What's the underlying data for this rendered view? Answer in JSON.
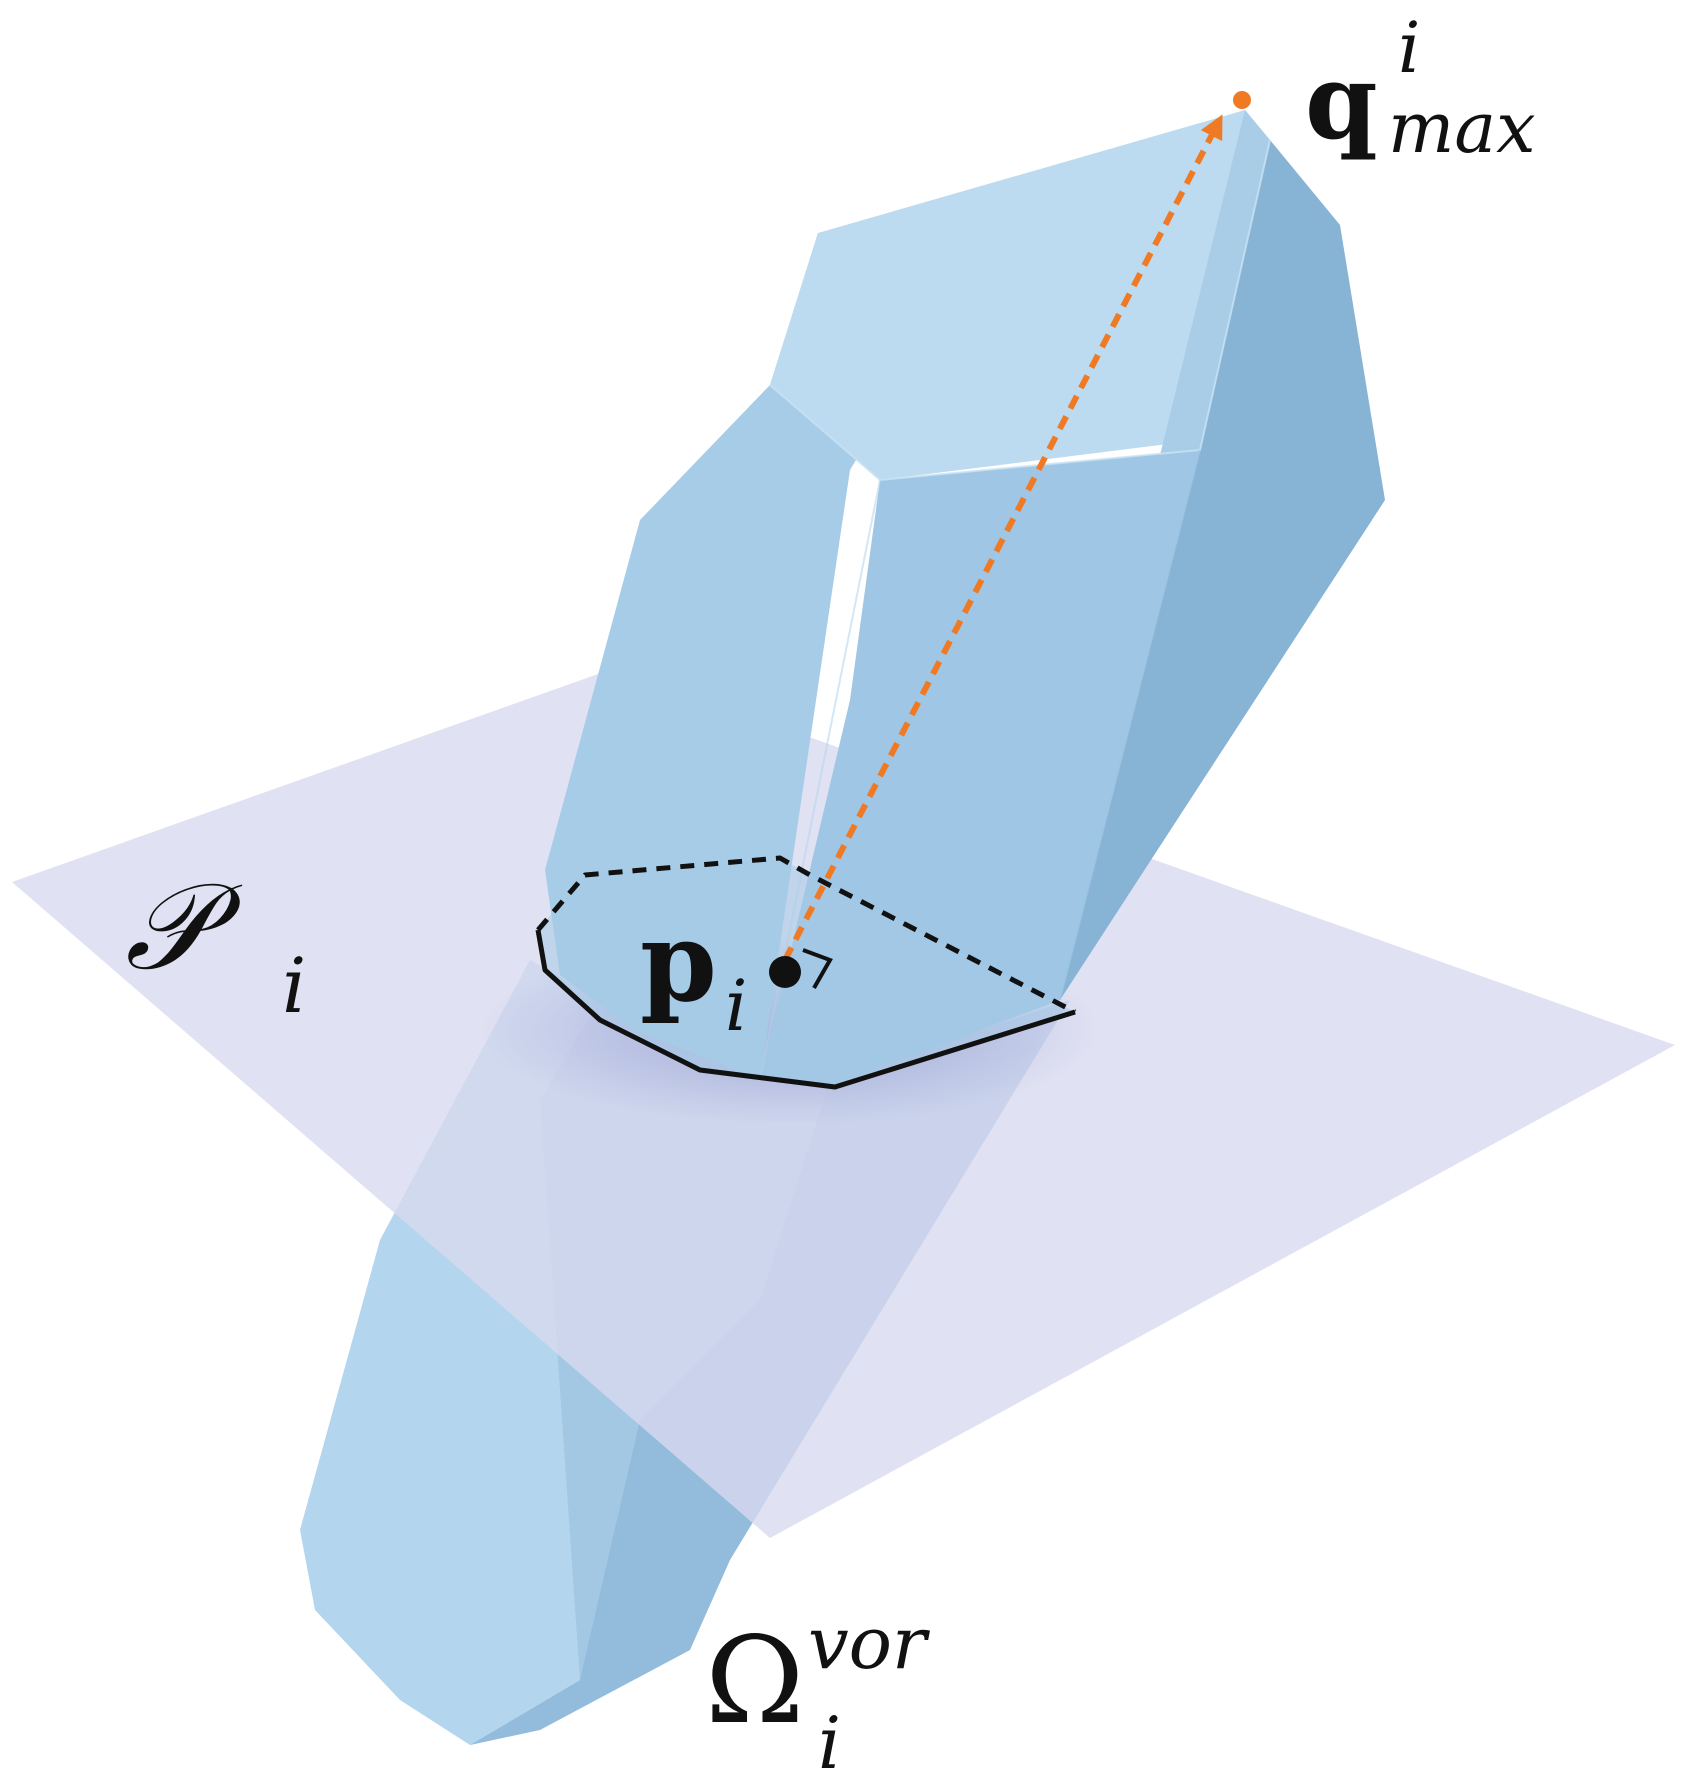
{
  "labels": {
    "q_max": {
      "base": "q",
      "superscript": "i",
      "subscript": "max"
    },
    "plane": {
      "base": "𝒫",
      "subscript": "i"
    },
    "p_i": {
      "base": "p",
      "subscript": "i"
    },
    "omega": {
      "base": "Ω",
      "superscript": "vor",
      "subscript": "i"
    }
  },
  "colors": {
    "plane": "#d8d9ef",
    "prism_light": "#bcdaf0",
    "prism_mid": "#a6cbe6",
    "prism_dark": "#89b5d6",
    "arrow": "#f07a24",
    "outline": "#111111"
  }
}
